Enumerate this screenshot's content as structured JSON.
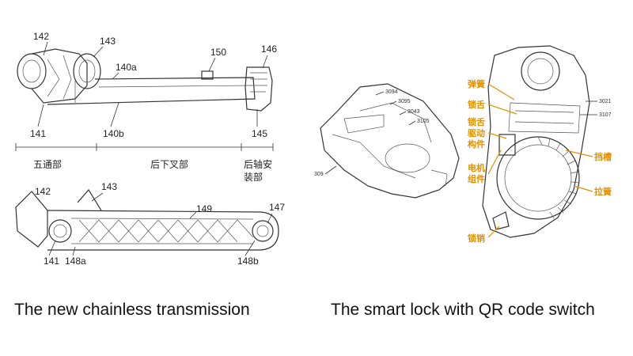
{
  "left_figure": {
    "top_part_labels": [
      "142",
      "143",
      "140a",
      "150",
      "146",
      "141",
      "140b",
      "145"
    ],
    "section_labels": [
      "五通部",
      "后下叉部",
      "后轴安",
      "装部"
    ],
    "bottom_part_labels": [
      "142",
      "143",
      "149",
      "147",
      "141",
      "148a",
      "148b"
    ],
    "caption": "The new chainless transmission"
  },
  "right_figure": {
    "small_part_labels": [
      "3094",
      "3095",
      "3043",
      "3105",
      "309"
    ],
    "part_labels": [
      "3021",
      "3107"
    ],
    "callouts_left": [
      "弹簧",
      "锁舌",
      "锁舌",
      "驱动",
      "构件",
      "电机",
      "组件",
      "锁销"
    ],
    "callouts_right": [
      "挡槽",
      "拉簧"
    ],
    "caption": "The smart lock with QR code switch"
  },
  "colors": {
    "callout": "#e49000",
    "line": "#333333"
  }
}
